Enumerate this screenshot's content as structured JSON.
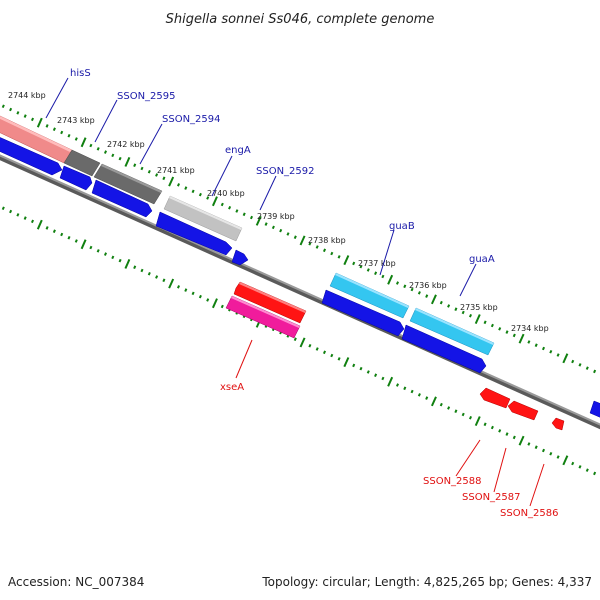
{
  "title": "Shigella sonnei Ss046, complete genome",
  "footer": {
    "accession": "Accession: NC_007384",
    "topology": "Topology: circular; Length: 4,825,265 bp; Genes: 4,337"
  },
  "kbp_ticks": [
    "2744 kbp",
    "2743 kbp",
    "2742 kbp",
    "2741 kbp",
    "2740 kbp",
    "2739 kbp",
    "2738 kbp",
    "2737 kbp",
    "2736 kbp",
    "2735 kbp",
    "2734 kbp"
  ],
  "gene_labels": {
    "hisS": "hisS",
    "sson_2595": "SSON_2595",
    "sson_2594": "SSON_2594",
    "engA": "engA",
    "sson_2592": "SSON_2592",
    "guaB": "guaB",
    "guaA": "guaA",
    "xseA": "xseA",
    "sson_2588": "SSON_2588",
    "sson_2587": "SSON_2587",
    "sson_2586": "SSON_2586"
  },
  "colors": {
    "backbone": "#808080",
    "forward_cds": "#1010e8",
    "reverse_cds": "#ff1010",
    "pink": "#f08080",
    "dark_gray": "#707070",
    "light_gray": "#c0c0c0",
    "cyan": "#30c8f0",
    "magenta": "#f020a0",
    "tick_green": "#108010"
  }
}
